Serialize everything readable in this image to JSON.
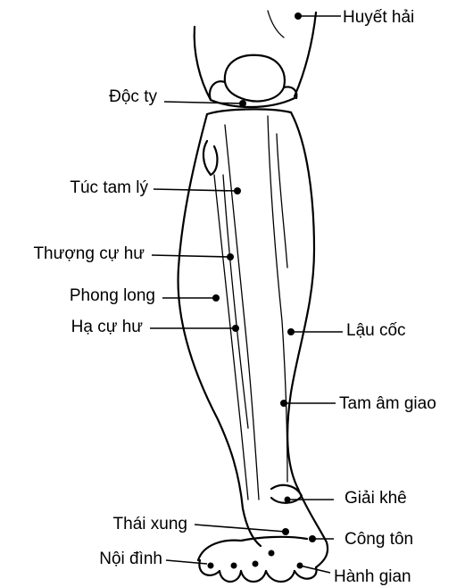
{
  "figure": {
    "points": [
      {
        "id": "huyet-hai",
        "label": "Huyết hải"
      },
      {
        "id": "doc-ty",
        "label": "Độc ty"
      },
      {
        "id": "tuc-tam-ly",
        "label": "Túc tam lý"
      },
      {
        "id": "thuong-cu-hu",
        "label": "Thượng cự hư"
      },
      {
        "id": "phong-long",
        "label": "Phong long"
      },
      {
        "id": "ha-cu-hu",
        "label": "Hạ cự hư"
      },
      {
        "id": "lau-coc",
        "label": "Lậu cốc"
      },
      {
        "id": "tam-am-giao",
        "label": "Tam âm giao"
      },
      {
        "id": "giai-khe",
        "label": "Giải khê"
      },
      {
        "id": "thai-xung",
        "label": "Thái xung"
      },
      {
        "id": "cong-ton",
        "label": "Công tôn"
      },
      {
        "id": "noi-dinh",
        "label": "Nội đình"
      },
      {
        "id": "hanh-gian",
        "label": "Hành gian"
      }
    ]
  }
}
